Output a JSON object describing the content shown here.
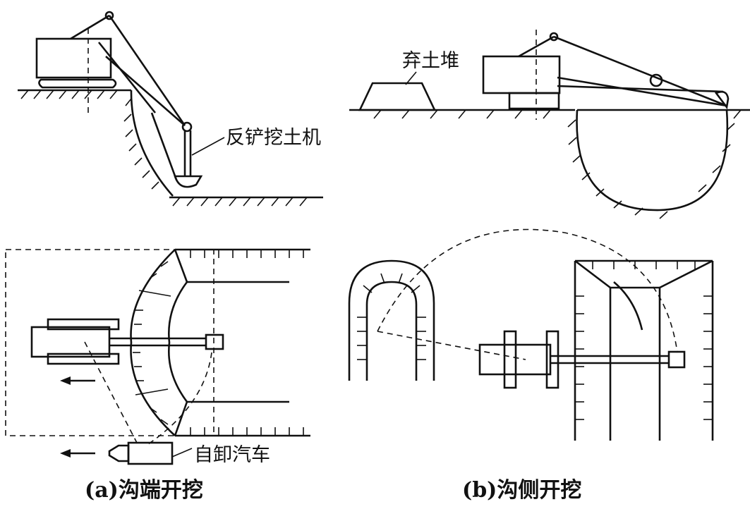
{
  "labels": {
    "excavator": "反铲挖土机",
    "spoil_heap": "弃土堆",
    "dump_truck": "自卸汽车"
  },
  "captions": {
    "a": "(a)沟端开挖",
    "b": "(b)沟侧开挖"
  },
  "icons": [
    "excavator-icon",
    "dump-truck-icon",
    "spoil-heap-icon",
    "movement-arrow-icon"
  ]
}
